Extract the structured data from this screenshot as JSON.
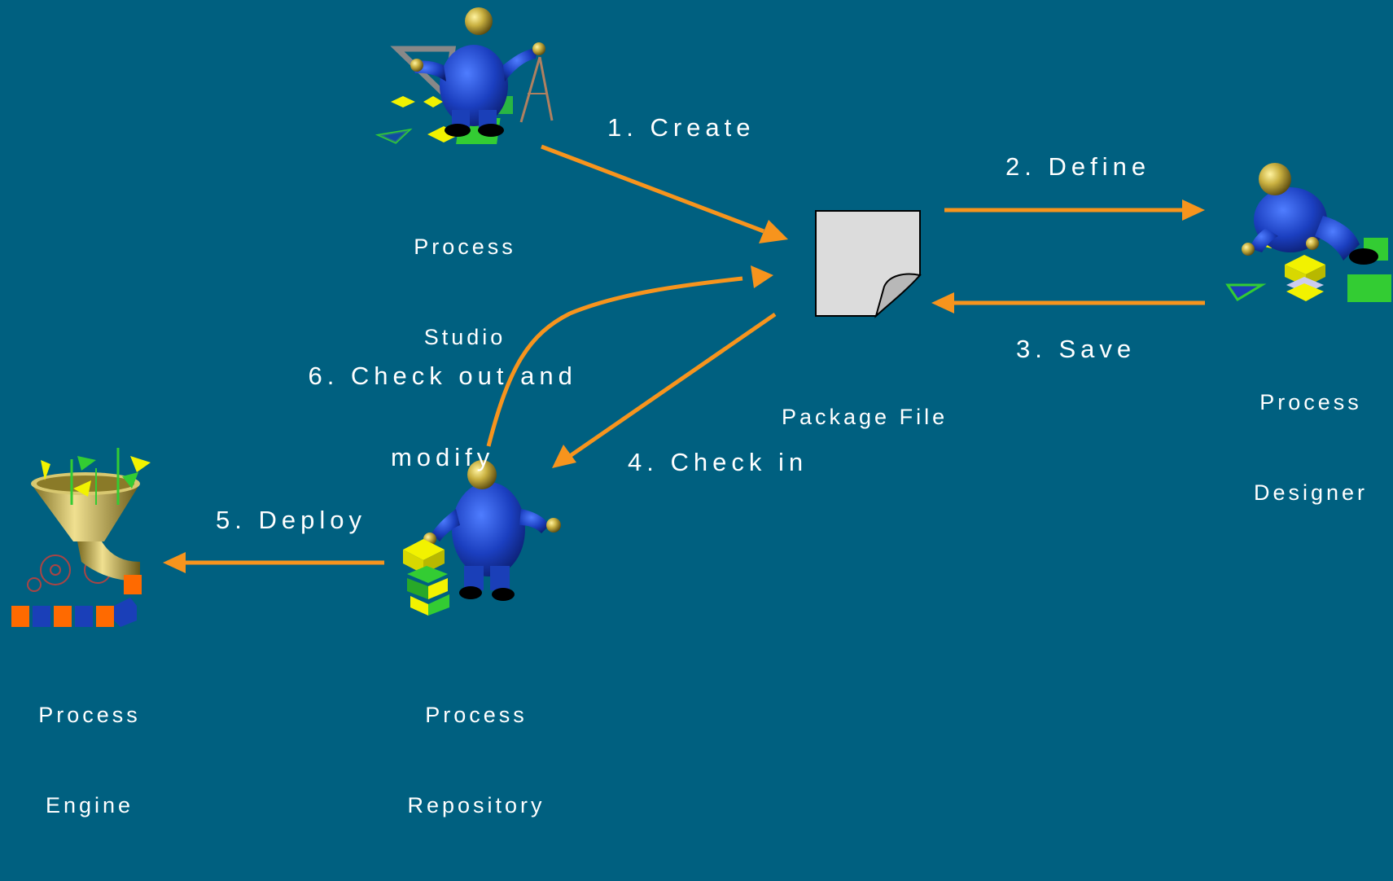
{
  "colors": {
    "background": "#006080",
    "arrow": "#f7941d",
    "figure_blue": "#1a3fb8",
    "head_gold": "#b8a040",
    "accent_yellow": "#f2f200",
    "accent_green": "#33cc33",
    "paper": "#dcdcdc"
  },
  "nodes": {
    "studio": {
      "line1": "Process",
      "line2": "Studio",
      "icon": "designer-with-tools-icon"
    },
    "package": {
      "line1": "Package File",
      "icon": "document-icon"
    },
    "designer": {
      "line1": "Process",
      "line2": "Designer",
      "icon": "designer-kneeling-icon"
    },
    "repository": {
      "line1": "Process",
      "line2": "Repository",
      "icon": "repository-figure-icon"
    },
    "engine": {
      "line1": "Process",
      "line2": "Engine",
      "icon": "funnel-engine-icon"
    }
  },
  "steps": {
    "s1": "1. Create",
    "s2": "2. Define",
    "s3": "3. Save",
    "s4": "4. Check in",
    "s5": "5. Deploy",
    "s6a": "6. Check out and",
    "s6b": "modify"
  }
}
